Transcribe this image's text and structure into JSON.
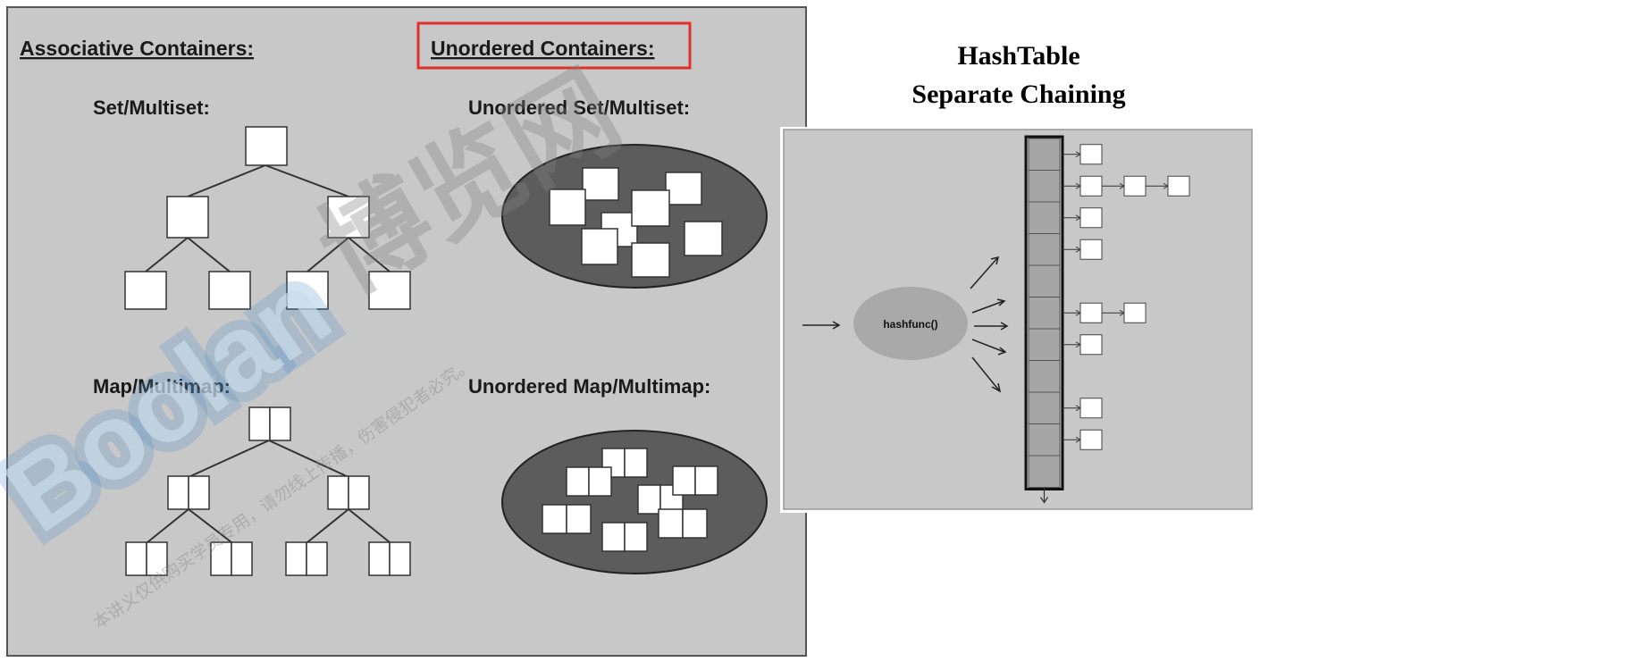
{
  "left_panel": {
    "associative_heading": "Associative Containers:",
    "unordered_heading": "Unordered Containers:",
    "set_label": "Set/Multiset:",
    "map_label": "Map/Multimap:",
    "unordered_set_label": "Unordered Set/Multiset:",
    "unordered_map_label": "Unordered Map/Multimap:"
  },
  "hashtable": {
    "title_line1": "HashTable",
    "title_line2": "Separate Chaining",
    "hash_function_label": "hashfunc()",
    "bucket_count": 11,
    "chains": [
      1,
      3,
      1,
      1,
      0,
      2,
      1,
      0,
      1,
      1,
      0
    ]
  },
  "watermark": {
    "brand": "Boolan",
    "chinese_large": "博览网",
    "chinese_small": "本讲义仅供购买学员专用，请勿线上传播，伤害侵犯者必究。"
  },
  "colors": {
    "highlight_box": "#e0302a",
    "panel_gray": "#c8c8c8",
    "ellipse_fill": "#5c5c5c",
    "watermark_blue": "#4f8fc8"
  }
}
